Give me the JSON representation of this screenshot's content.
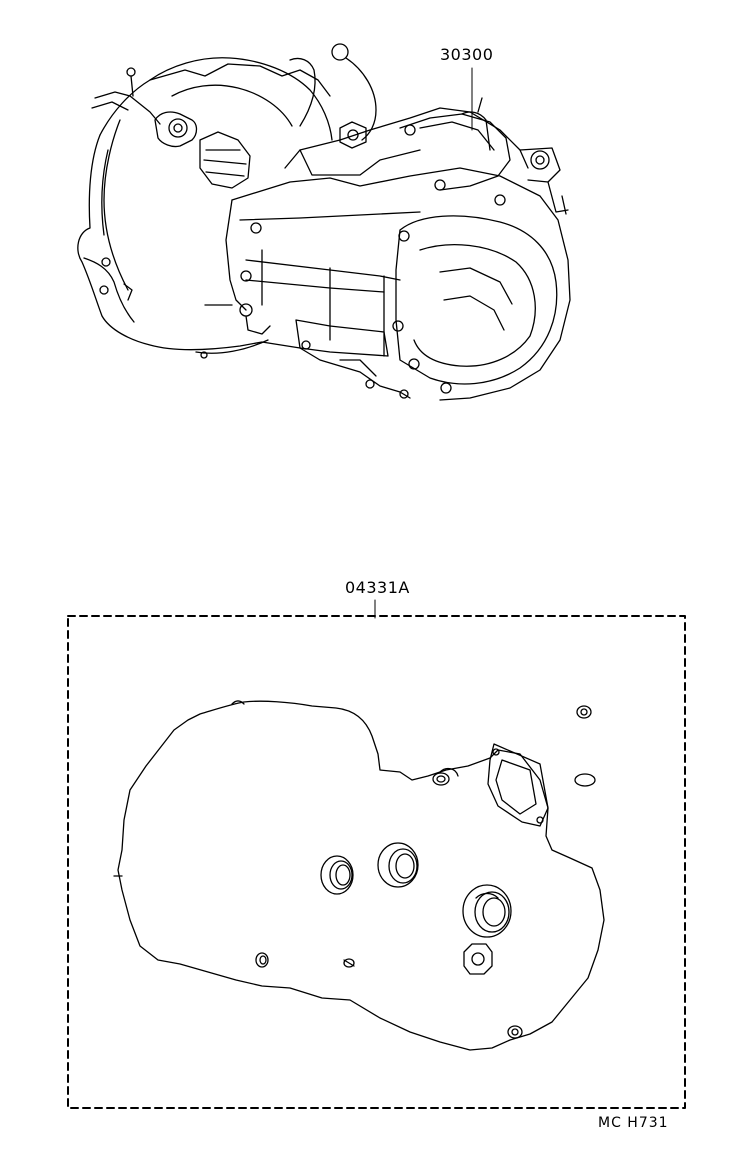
{
  "diagram": {
    "callouts": {
      "transaxle_assembly": "30300",
      "gasket_kit": "04331A"
    },
    "figure_code": "MC  H731"
  }
}
